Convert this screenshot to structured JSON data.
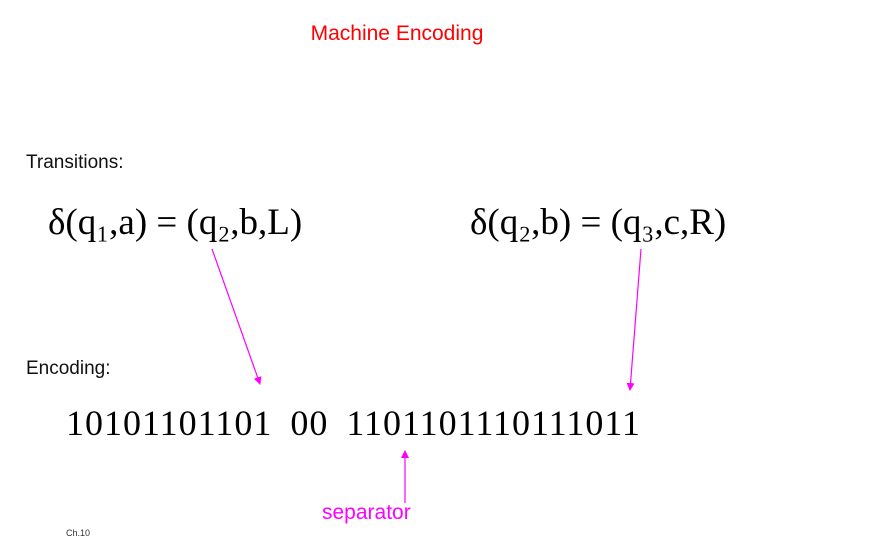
{
  "slide": {
    "title": "Machine Encoding",
    "transitions_label": "Transitions:",
    "encoding_label": "Encoding:",
    "formula_1": "δ(q₁,a) = (q₂,b,L)",
    "formula_2": "δ(q₂,b) = (q₃,c,R)",
    "encoding": {
      "first": "10101101101",
      "separator": "00",
      "second": "1101101110111011"
    },
    "separator_label": "separator",
    "footer": "Ch.10"
  },
  "colors": {
    "title": "#ff0000",
    "arrow": "#ff00ff",
    "text": "#000000"
  }
}
